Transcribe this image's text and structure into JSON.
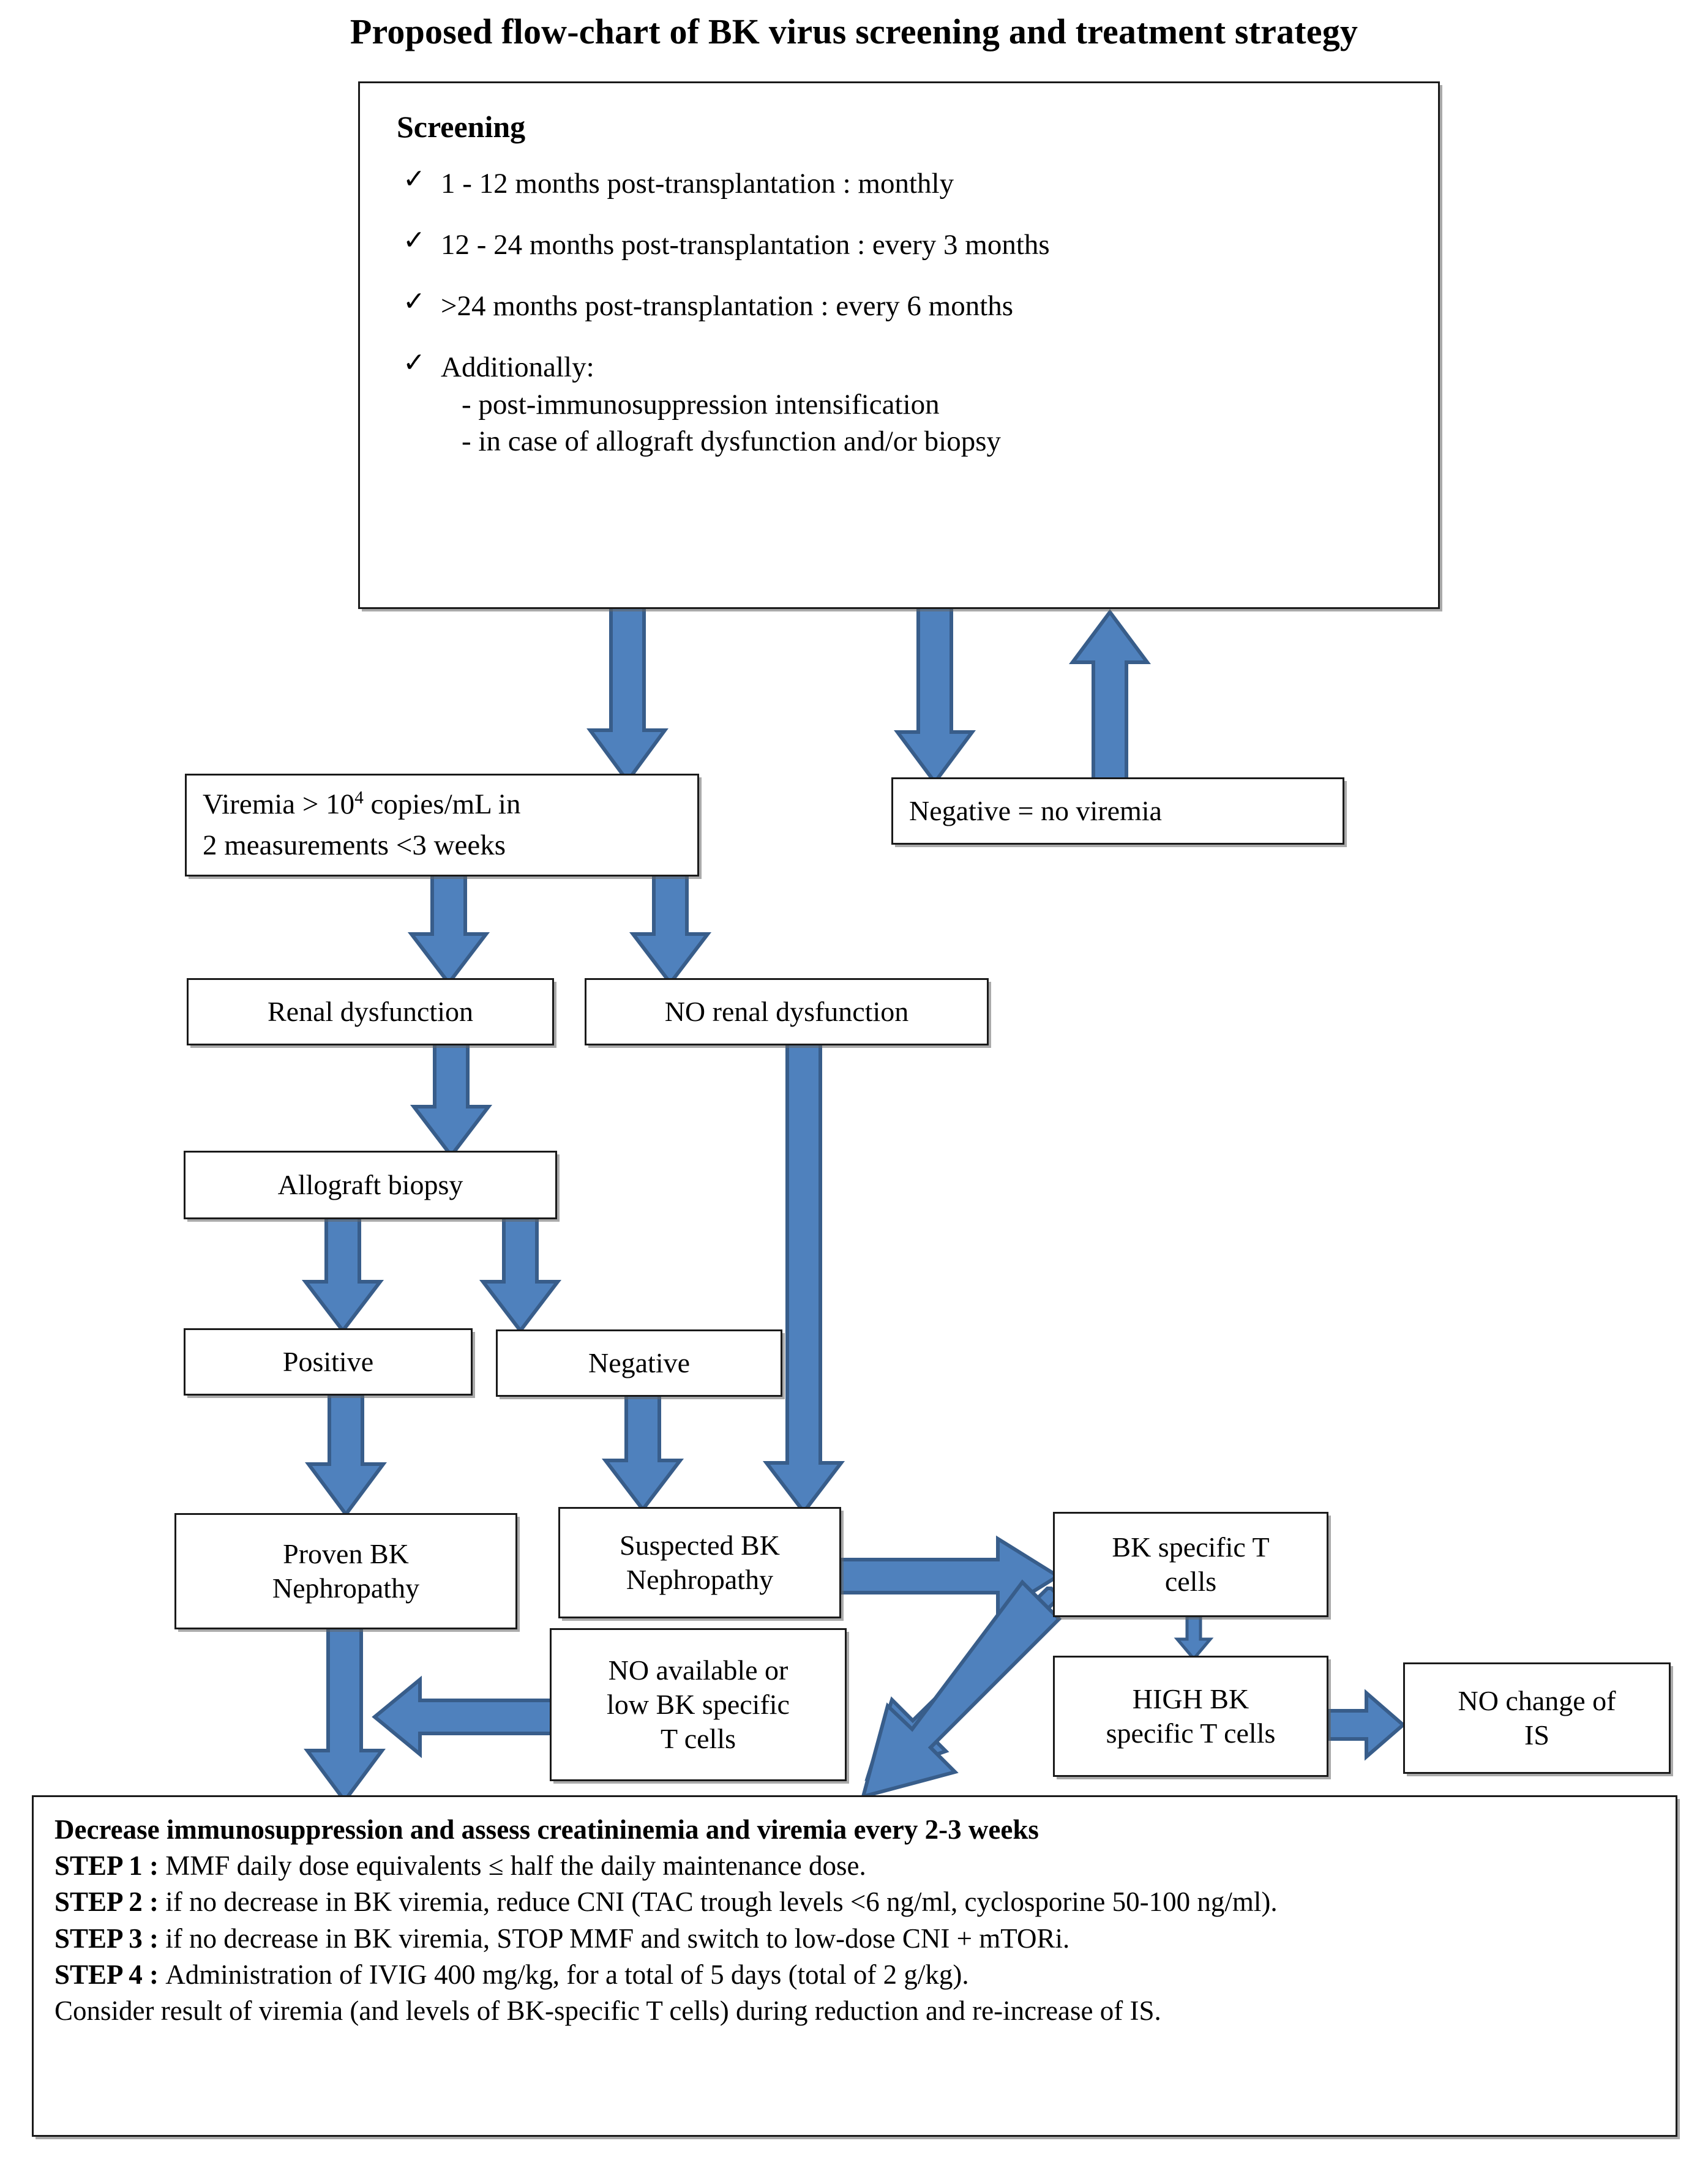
{
  "title": "Proposed flow-chart of BK virus screening and treatment strategy",
  "screening": {
    "heading": "Screening",
    "tick_glyph": "✓",
    "items": [
      {
        "text": "1 - 12 months post-transplantation : monthly",
        "sub": []
      },
      {
        "text": "12 - 24 months post-transplantation : every 3 months",
        "sub": []
      },
      {
        "text": ">24 months post-transplantation : every 6 months",
        "sub": []
      },
      {
        "text": "Additionally:",
        "sub": [
          "- post-immunosuppression intensification",
          "- in case of allograft dysfunction and/or biopsy"
        ]
      }
    ]
  },
  "nodes": {
    "viremia": {
      "line1_pre": "Viremia > 10",
      "line1_sup": "4",
      "line1_post": " copies/mL in",
      "line2": "2 measurements <3 weeks"
    },
    "negative_no_viremia": "Negative = no viremia",
    "renal_dysfunction": "Renal dysfunction",
    "no_renal_dysfunction": "NO renal dysfunction",
    "allograft_biopsy": "Allograft biopsy",
    "positive": "Positive",
    "negative": "Negative",
    "proven_bk": {
      "line1": "Proven BK",
      "line2": "Nephropathy"
    },
    "suspected_bk": {
      "line1": "Suspected BK",
      "line2": "Nephropathy"
    },
    "no_low_tcells": {
      "line1": "NO available or",
      "line2": "low BK  specific",
      "line3": "T cells"
    },
    "bk_specific_tcells": {
      "line1": "BK  specific T",
      "line2": "cells"
    },
    "high_bk_tcells": {
      "line1": "HIGH BK",
      "line2": "specific T cells"
    },
    "no_change_is": {
      "line1": "NO change of",
      "line2": "IS"
    }
  },
  "treatment": {
    "heading": "Decrease immunosuppression and assess creatininemia and viremia every 2-3 weeks",
    "steps": [
      {
        "label": "STEP 1 : ",
        "text": "MMF daily dose equivalents ≤ half the daily maintenance dose."
      },
      {
        "label": "STEP 2 : ",
        "text": "if no decrease in BK viremia, reduce CNI (TAC trough levels <6 ng/ml, cyclosporine 50-100 ng/ml)."
      },
      {
        "label": "STEP 3 : ",
        "text": "if no decrease in BK viremia, STOP MMF and switch to low-dose CNI + mTORi."
      },
      {
        "label": "STEP 4 : ",
        "text": "Administration of IVIG 400 mg/kg, for a total of 5 days (total of 2 g/kg)."
      }
    ],
    "footer": "Consider result of viremia (and levels of BK-specific T cells) during reduction and re-increase of IS."
  },
  "colors": {
    "arrow_fill": "#4F81BD",
    "arrow_stroke": "#385D8A",
    "arrow_highlight": "#D3DEEE",
    "box_border": "#1a1a1a",
    "box_shadow": "#6e6e6e",
    "text": "#000000",
    "background": "#ffffff"
  }
}
